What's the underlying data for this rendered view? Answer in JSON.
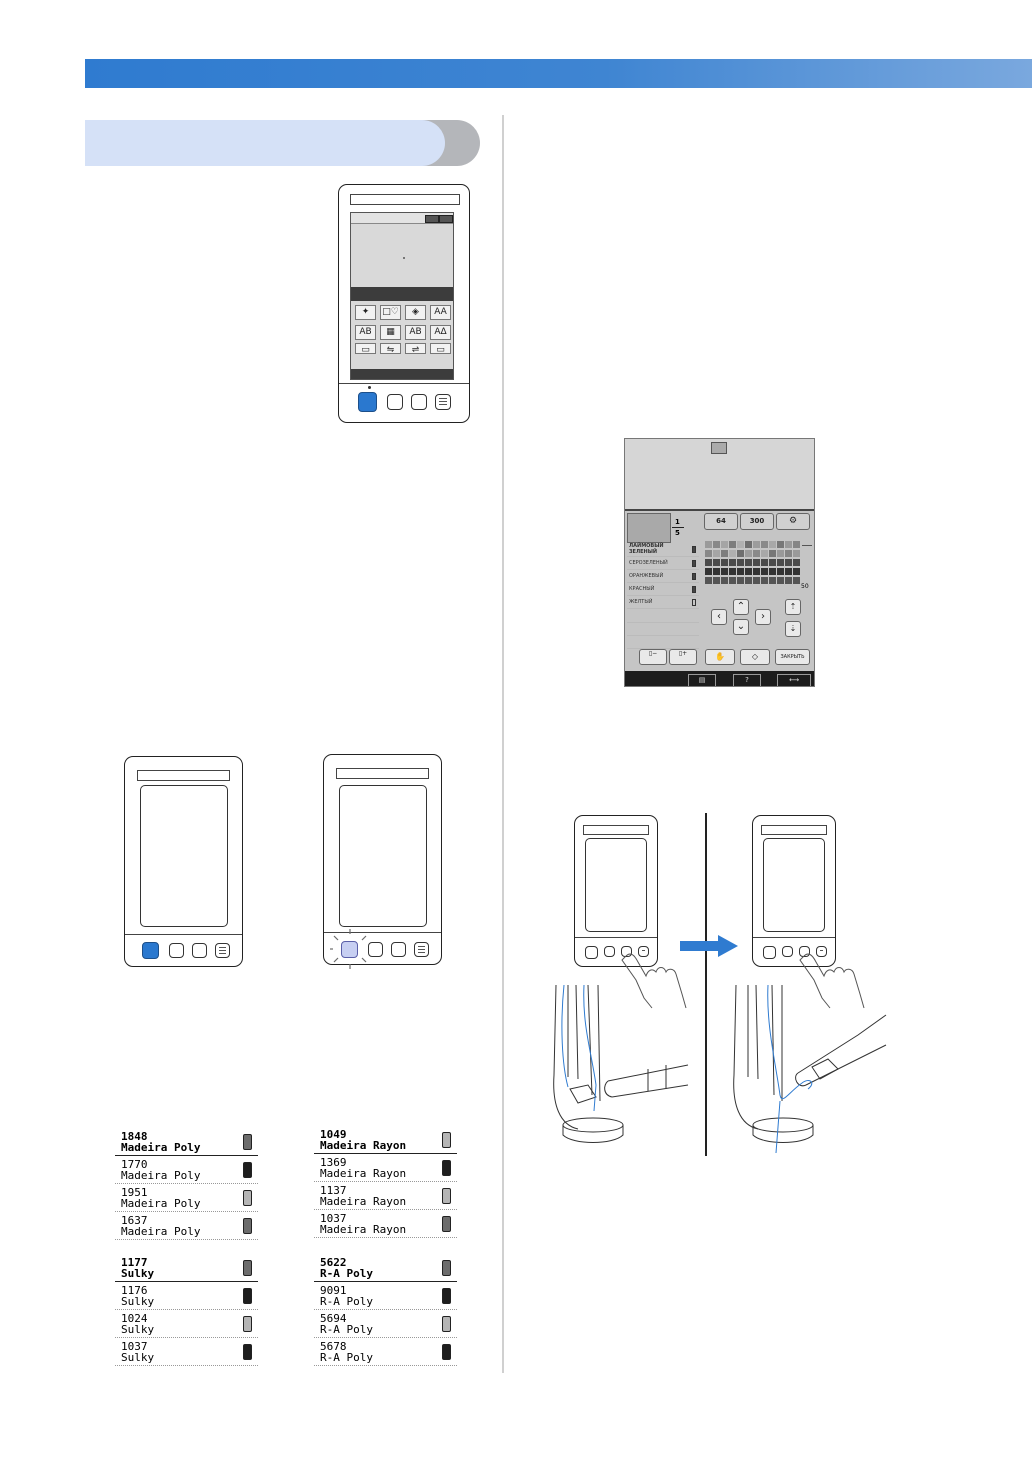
{
  "header": {
    "bar_color": "#2f7bd0"
  },
  "section_heading": {
    "fill_color": "#d5e1f7",
    "tab_color": "#b4b6ba"
  },
  "lcd_home": {
    "tiles": [
      {
        "icon": "butterfly-pattern-icon",
        "glyph": "✦"
      },
      {
        "icon": "frame-pattern-icon",
        "glyph": "□♡"
      },
      {
        "icon": "diamond-pattern-icon",
        "glyph": "◈"
      },
      {
        "icon": "alphabet-icon",
        "glyph": "AA"
      },
      {
        "icon": "ab-letter-icon",
        "glyph": "AB"
      },
      {
        "icon": "monogram-icon",
        "glyph": "▦"
      },
      {
        "icon": "outline-ab-icon",
        "glyph": "AB"
      },
      {
        "icon": "triangle-letter-icon",
        "glyph": "AΔ"
      },
      {
        "icon": "machine-memory-icon",
        "glyph": "▭"
      },
      {
        "icon": "usb-icon",
        "glyph": "⇋"
      },
      {
        "icon": "usb-icon-2",
        "glyph": "⇌"
      },
      {
        "icon": "pc-icon",
        "glyph": "▭"
      }
    ]
  },
  "color_screen": {
    "counter_top": "1",
    "counter_bottom": "5",
    "tab_64": "64",
    "tab_300": "300",
    "colors": [
      {
        "name": "ЛАЙМОВЫЙ ЗЕЛЕНЫЙ",
        "line1": "ЛАЙМОВЫЙ",
        "line2": "ЗЕЛЕНЫЙ"
      },
      {
        "name": "СЕРОЗЕЛЕНЫЙ"
      },
      {
        "name": "ОРАНЖЕВЫЙ"
      },
      {
        "name": "КРАСНЫЙ"
      },
      {
        "name": "ЖЕЛТЫЙ"
      }
    ],
    "palette_count": "50",
    "close_label": "ЗАКРЫТЬ"
  },
  "thread_tables": [
    {
      "id": "madeira-poly",
      "rows": [
        {
          "code": "1848",
          "brand": "Madeira Poly",
          "selected": true,
          "shade": "mid"
        },
        {
          "code": "1770",
          "brand": "Madeira Poly",
          "selected": false,
          "shade": "dark"
        },
        {
          "code": "1951",
          "brand": "Madeira Poly",
          "selected": false,
          "shade": "light"
        },
        {
          "code": "1637",
          "brand": "Madeira Poly",
          "selected": false,
          "shade": "mid"
        }
      ]
    },
    {
      "id": "madeira-rayon",
      "rows": [
        {
          "code": "1049",
          "brand": "Madeira Rayon",
          "selected": true,
          "shade": "light"
        },
        {
          "code": "1369",
          "brand": "Madeira Rayon",
          "selected": false,
          "shade": "dark"
        },
        {
          "code": "1137",
          "brand": "Madeira Rayon",
          "selected": false,
          "shade": "light"
        },
        {
          "code": "1037",
          "brand": "Madeira Rayon",
          "selected": false,
          "shade": "mid"
        }
      ]
    },
    {
      "id": "sulky",
      "rows": [
        {
          "code": "1177",
          "brand": "Sulky",
          "selected": true,
          "shade": "mid"
        },
        {
          "code": "1176",
          "brand": "Sulky",
          "selected": false,
          "shade": "dark"
        },
        {
          "code": "1024",
          "brand": "Sulky",
          "selected": false,
          "shade": "light"
        },
        {
          "code": "1037",
          "brand": "Sulky",
          "selected": false,
          "shade": "dark"
        }
      ]
    },
    {
      "id": "ra-poly",
      "rows": [
        {
          "code": "5622",
          "brand": "R-A Poly",
          "selected": true,
          "shade": "mid"
        },
        {
          "code": "9091",
          "brand": "R-A Poly",
          "selected": false,
          "shade": "dark"
        },
        {
          "code": "5694",
          "brand": "R-A Poly",
          "selected": false,
          "shade": "light"
        },
        {
          "code": "5678",
          "brand": "R-A Poly",
          "selected": false,
          "shade": "dark"
        }
      ]
    }
  ],
  "arrow_color": "#2f7bd0"
}
